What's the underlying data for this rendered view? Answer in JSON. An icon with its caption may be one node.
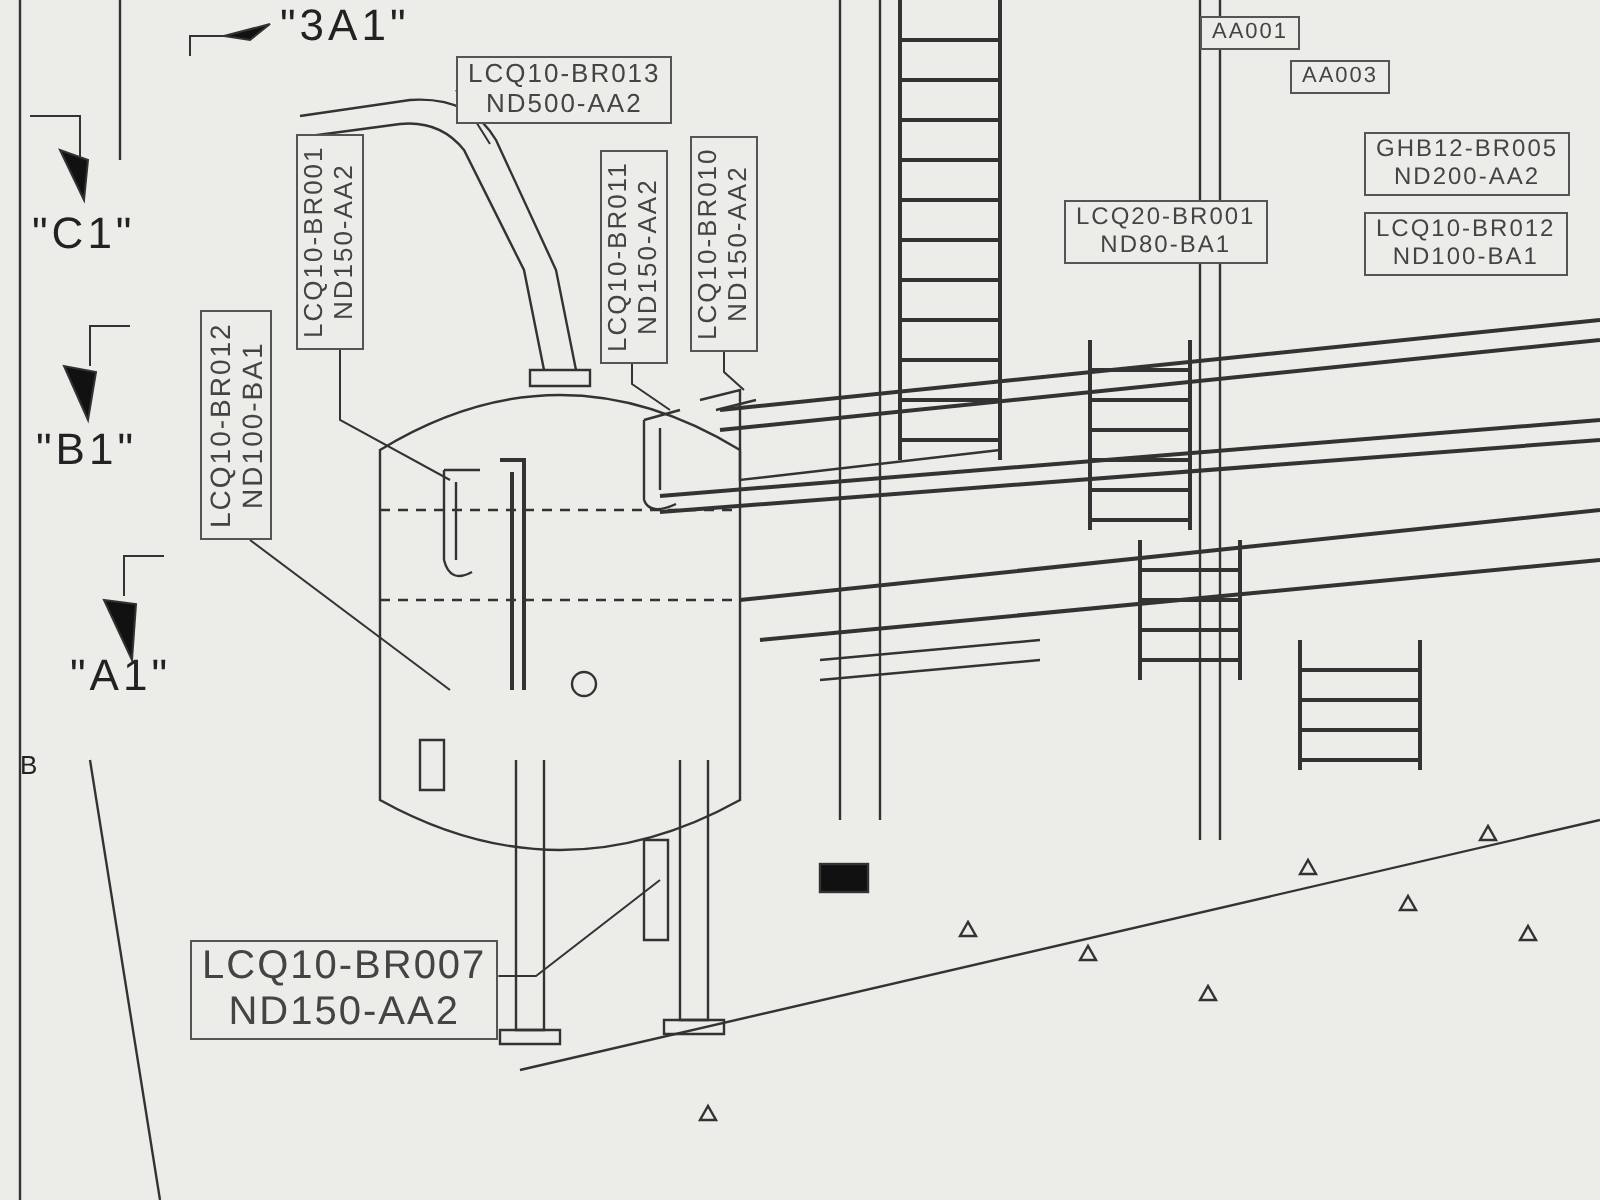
{
  "diagram": {
    "nodes": [
      {
        "text": [
          "LCQ10-BR013 ND500-AA2"
        ]
      },
      {
        "text": [
          "LCQ10-BR001 ND150-AA2"
        ]
      },
      {
        "text": [
          "LCQ10-BR011 ND150-AA2"
        ]
      },
      {
        "text": [
          "LCQ10-BR010 ND150-AA2"
        ]
      },
      {
        "text": [
          "LCQ10-BR012 ND100-BA1"
        ]
      },
      {
        "text": [
          "LCQ10-BR007 ND150-AA2"
        ]
      },
      {
        "text": [
          "LCQ20-BR001 ND80-BA1"
        ]
      },
      {
        "text": [
          "AA001"
        ]
      },
      {
        "text": [
          "AA003"
        ]
      },
      {
        "text": [
          "GHB12-BR005 ND200-AA2"
        ]
      },
      {
        "text": [
          "LCQ10-BR012 ND100-BA1"
        ]
      }
    ],
    "edges": [
      {
        "from": 0,
        "to": null,
        "arrow": "none"
      },
      {
        "from": 1,
        "to": null,
        "arrow": "none"
      },
      {
        "from": 2,
        "to": null,
        "arrow": "none"
      },
      {
        "from": 3,
        "to": null,
        "arrow": "none"
      },
      {
        "from": 4,
        "to": null,
        "arrow": "none"
      },
      {
        "from": 5,
        "to": null,
        "arrow": "none"
      }
    ],
    "labels": [
      "\"3A1\"",
      "\"C1\"",
      "\"B1\"",
      "\"A1\"",
      "B"
    ]
  }
}
